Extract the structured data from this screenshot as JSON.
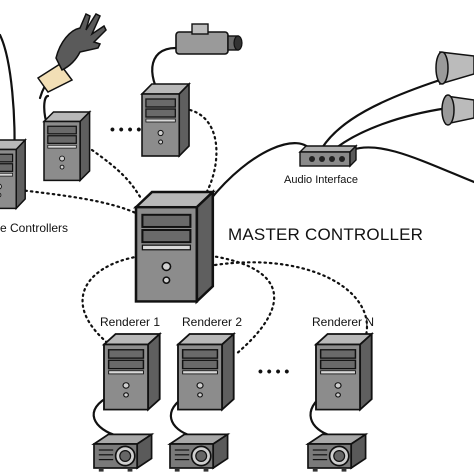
{
  "labels": {
    "master": "MASTER CONTROLLER",
    "audio_interface": "Audio Interface",
    "device_controllers": "e Controllers",
    "renderer_1": "Renderer 1",
    "renderer_2": "Renderer 2",
    "renderer_n": "Renderer N",
    "ellipsis_top": "• • • •",
    "ellipsis_bottom": "• • • •"
  },
  "colors": {
    "case_body": "#8a8a8a",
    "case_side": "#5e5e5e",
    "case_top": "#b4b4b4",
    "outline": "#111111",
    "projector": "#7a7a7a"
  },
  "icons": [
    "computer-tower-icon",
    "projector-icon",
    "speaker-icon",
    "camera-icon",
    "data-glove-icon",
    "audio-interface-icon"
  ]
}
